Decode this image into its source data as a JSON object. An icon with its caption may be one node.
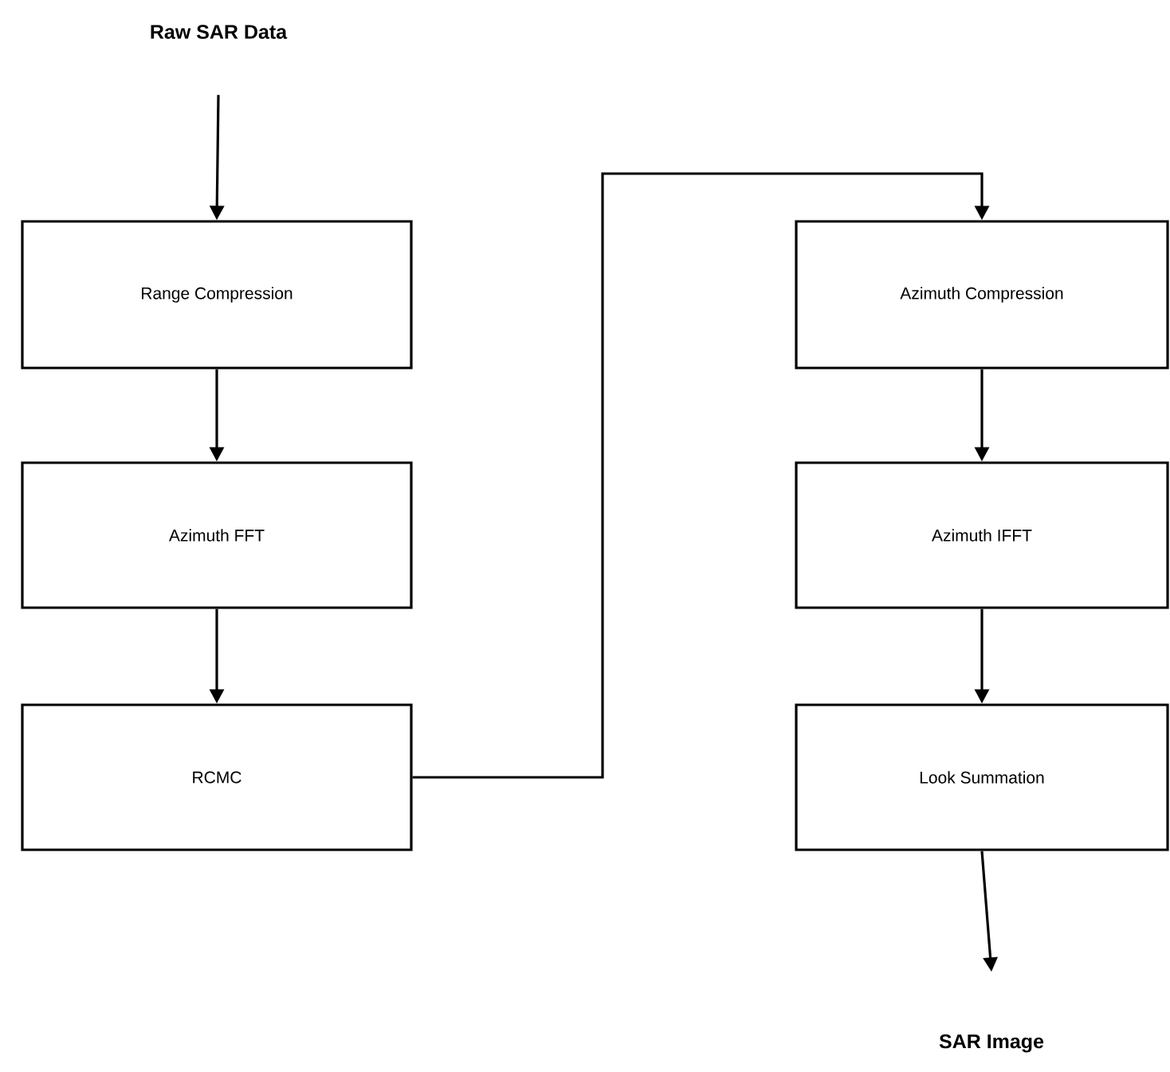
{
  "diagram": {
    "nodes": [
      {
        "text": [
          "Raw SAR Data"
        ]
      },
      {
        "text": [
          "Range Compression"
        ]
      },
      {
        "text": [
          "Azimuth FFT"
        ]
      },
      {
        "text": [
          "RCMC"
        ]
      },
      {
        "text": [
          "Azimuth Compression"
        ]
      },
      {
        "text": [
          "Azimuth IFFT"
        ]
      },
      {
        "text": [
          "Look Summation"
        ]
      },
      {
        "text": [
          "SAR Image"
        ]
      }
    ],
    "edges": [
      {
        "from": 0,
        "to": 1,
        "arrow": "to"
      },
      {
        "from": 1,
        "to": 2,
        "arrow": "to"
      },
      {
        "from": 2,
        "to": 3,
        "arrow": "to"
      },
      {
        "from": 3,
        "to": 4,
        "arrow": "to"
      },
      {
        "from": 4,
        "to": 5,
        "arrow": "to"
      },
      {
        "from": 5,
        "to": 6,
        "arrow": "to"
      },
      {
        "from": 6,
        "to": 7,
        "arrow": "to"
      }
    ]
  }
}
